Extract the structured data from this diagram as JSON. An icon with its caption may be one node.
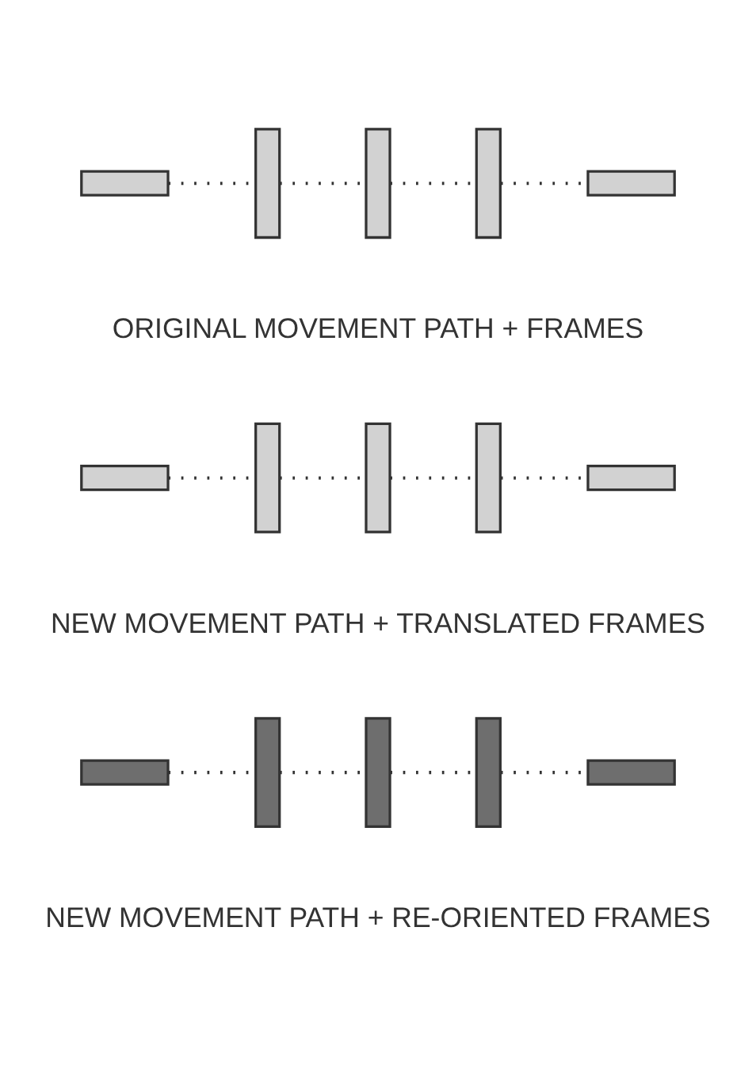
{
  "diagram": {
    "nodes": [
      {
        "text": [],
        "shape": "bar"
      },
      {
        "text": [],
        "shape": "bar"
      },
      {
        "text": [],
        "shape": "bar"
      },
      {
        "text": [],
        "shape": "bar"
      },
      {
        "text": [],
        "shape": "bar"
      },
      {
        "text": [],
        "shape": "bar"
      },
      {
        "text": [],
        "shape": "bar"
      },
      {
        "text": [],
        "shape": "bar"
      },
      {
        "text": [],
        "shape": "bar"
      },
      {
        "text": [],
        "shape": "bar"
      },
      {
        "text": [],
        "shape": "bar"
      },
      {
        "text": [],
        "shape": "bar"
      },
      {
        "text": [],
        "shape": "bar"
      },
      {
        "text": [],
        "shape": "bar"
      },
      {
        "text": [],
        "shape": "bar"
      }
    ],
    "edges": [
      {
        "from": 0,
        "to": 1,
        "arrow": "none",
        "style": "dashed"
      },
      {
        "from": 1,
        "to": 2,
        "arrow": "none",
        "style": "dashed"
      },
      {
        "from": 2,
        "to": 3,
        "arrow": "none",
        "style": "dashed"
      },
      {
        "from": 3,
        "to": 4,
        "arrow": "none",
        "style": "dashed"
      },
      {
        "from": 5,
        "to": 6,
        "arrow": "none",
        "style": "dashed"
      },
      {
        "from": 6,
        "to": 7,
        "arrow": "none",
        "style": "dashed"
      },
      {
        "from": 7,
        "to": 8,
        "arrow": "none",
        "style": "dashed"
      },
      {
        "from": 8,
        "to": 9,
        "arrow": "none",
        "style": "dashed"
      },
      {
        "from": 10,
        "to": 11,
        "arrow": "none",
        "style": "dashed"
      },
      {
        "from": 11,
        "to": 12,
        "arrow": "none",
        "style": "dashed"
      },
      {
        "from": 12,
        "to": 13,
        "arrow": "none",
        "style": "dashed"
      },
      {
        "from": 13,
        "to": 14,
        "arrow": "none",
        "style": "dashed"
      }
    ],
    "labels": [
      "ORIGINAL MOVEMENT PATH + FRAMES",
      "NEW MOVEMENT PATH + TRANSLATED FRAMES",
      "NEW MOVEMENT PATH + RE-ORIENTED FRAMES"
    ]
  }
}
